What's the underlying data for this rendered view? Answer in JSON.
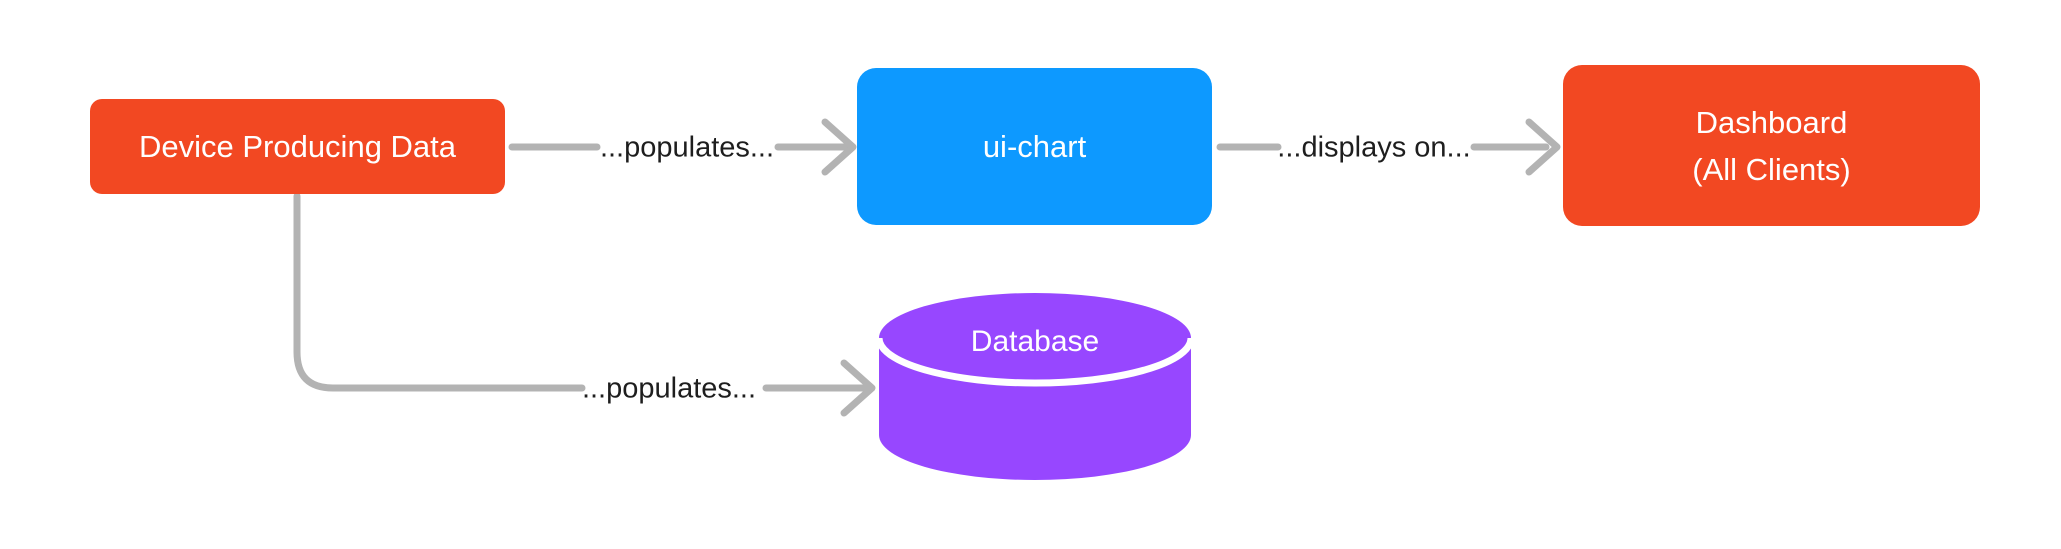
{
  "diagram": {
    "nodes": {
      "device": {
        "label": "Device Producing Data",
        "color": "#F24822",
        "shape": "rounded-rect"
      },
      "ui_chart": {
        "label": "ui-chart",
        "color": "#0D99FF",
        "shape": "rounded-rect"
      },
      "dashboard": {
        "lines": [
          "Dashboard",
          "(All Clients)"
        ],
        "color": "#F24822",
        "shape": "rounded-rect"
      },
      "database": {
        "label": "Database",
        "color": "#9747FF",
        "shape": "cylinder"
      }
    },
    "edges": [
      {
        "from": "device",
        "to": "ui_chart",
        "label": "...populates..."
      },
      {
        "from": "ui_chart",
        "to": "dashboard",
        "label": "...displays on..."
      },
      {
        "from": "device",
        "to": "database",
        "label": "...populates..."
      }
    ],
    "style": {
      "edge_color": "#B3B3B3",
      "edge_label_color": "#1E1E1E",
      "node_text_color": "#FFFFFF",
      "background": "#FFFFFF"
    }
  }
}
